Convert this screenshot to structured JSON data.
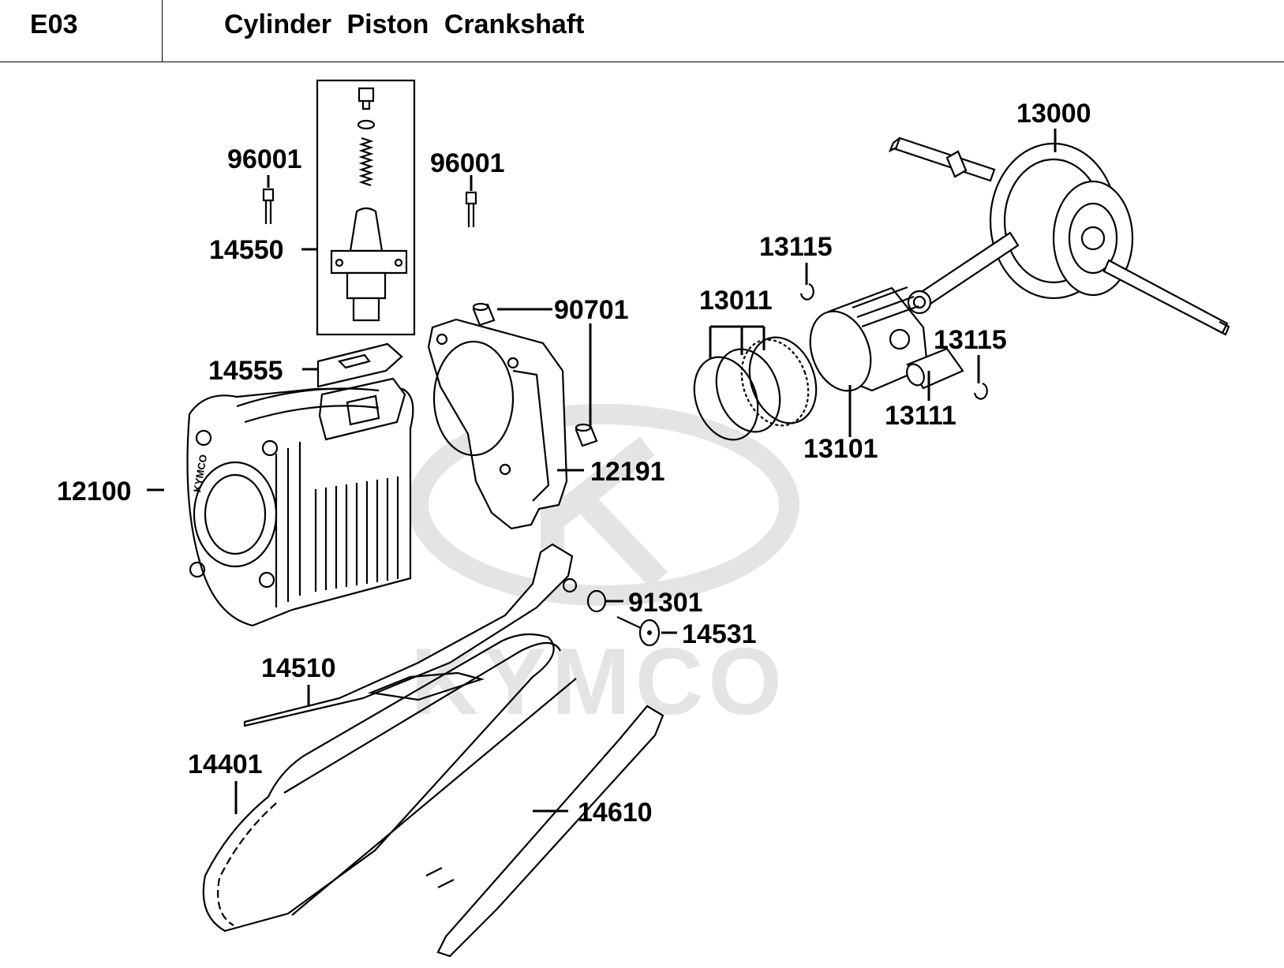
{
  "header": {
    "code": "E03",
    "title": "Cylinder  Piston  Crankshaft"
  },
  "watermark": {
    "text": "KYMCO",
    "color": "#e4e4e4"
  },
  "cylinder_stamp": "KYMCO",
  "callouts": [
    {
      "id": "96001-left",
      "label": "96001"
    },
    {
      "id": "96001-right",
      "label": "96001"
    },
    {
      "id": "14550",
      "label": "14550"
    },
    {
      "id": "14555",
      "label": "14555"
    },
    {
      "id": "12100",
      "label": "12100"
    },
    {
      "id": "90701",
      "label": "90701"
    },
    {
      "id": "12191",
      "label": "12191"
    },
    {
      "id": "13000",
      "label": "13000"
    },
    {
      "id": "13115-top",
      "label": "13115"
    },
    {
      "id": "13011",
      "label": "13011"
    },
    {
      "id": "13101",
      "label": "13101"
    },
    {
      "id": "13111",
      "label": "13111"
    },
    {
      "id": "13115-bottom",
      "label": "13115"
    },
    {
      "id": "91301",
      "label": "91301"
    },
    {
      "id": "14531",
      "label": "14531"
    },
    {
      "id": "14510",
      "label": "14510"
    },
    {
      "id": "14401",
      "label": "14401"
    },
    {
      "id": "14610",
      "label": "14610"
    }
  ]
}
